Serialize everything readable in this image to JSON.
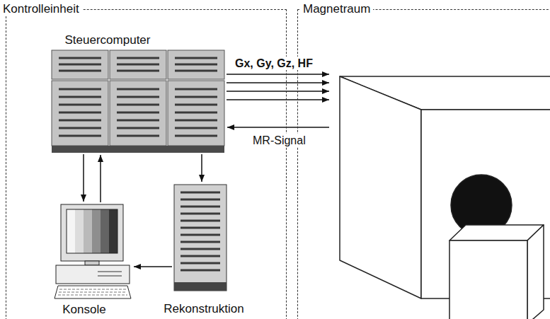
{
  "diagram": {
    "nodes": [
      {
        "text": [
          "Kontrolleinheit"
        ]
      },
      {
        "text": [
          "Magnetraum"
        ]
      },
      {
        "text": [
          "Steuercomputer"
        ],
        "in": 0
      },
      {
        "text": [
          "Konsole"
        ],
        "in": 0
      },
      {
        "text": [
          "Rekonstruktion"
        ],
        "in": 0
      }
    ],
    "edges": [
      {
        "from": 2,
        "to": 3,
        "arrow": "to"
      },
      {
        "from": 3,
        "to": 2,
        "arrow": "to"
      },
      {
        "from": 2,
        "to": 4,
        "arrow": "to"
      },
      {
        "from": 4,
        "to": 3,
        "arrow": "to"
      },
      {
        "from": 2,
        "to": 1,
        "label": "Gx, Gy, Gz, HF",
        "arrow": "to"
      },
      {
        "from": 2,
        "to": 1,
        "arrow": "to"
      },
      {
        "from": 2,
        "to": 1,
        "arrow": "to"
      },
      {
        "from": 2,
        "to": 1,
        "arrow": "to"
      },
      {
        "from": 1,
        "to": 2,
        "label": "MR-Signal",
        "arrow": "to"
      }
    ]
  }
}
